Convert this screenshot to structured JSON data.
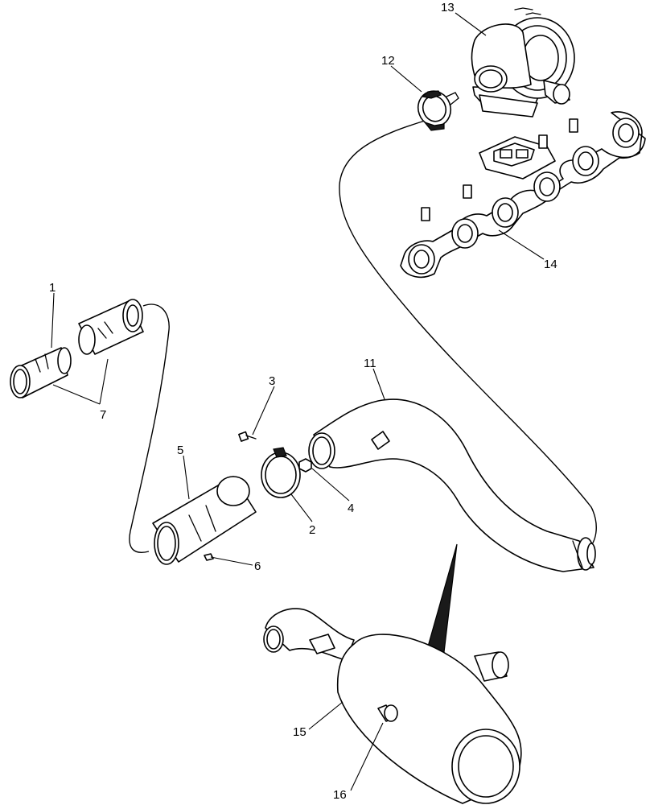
{
  "diagram": {
    "callouts": {
      "c1": "1",
      "c2": "2",
      "c3": "3",
      "c4": "4",
      "c5": "5",
      "c6": "6",
      "c7": "7",
      "c11": "11",
      "c12": "12",
      "c13": "13",
      "c14": "14",
      "c15": "15",
      "c16": "16"
    }
  }
}
